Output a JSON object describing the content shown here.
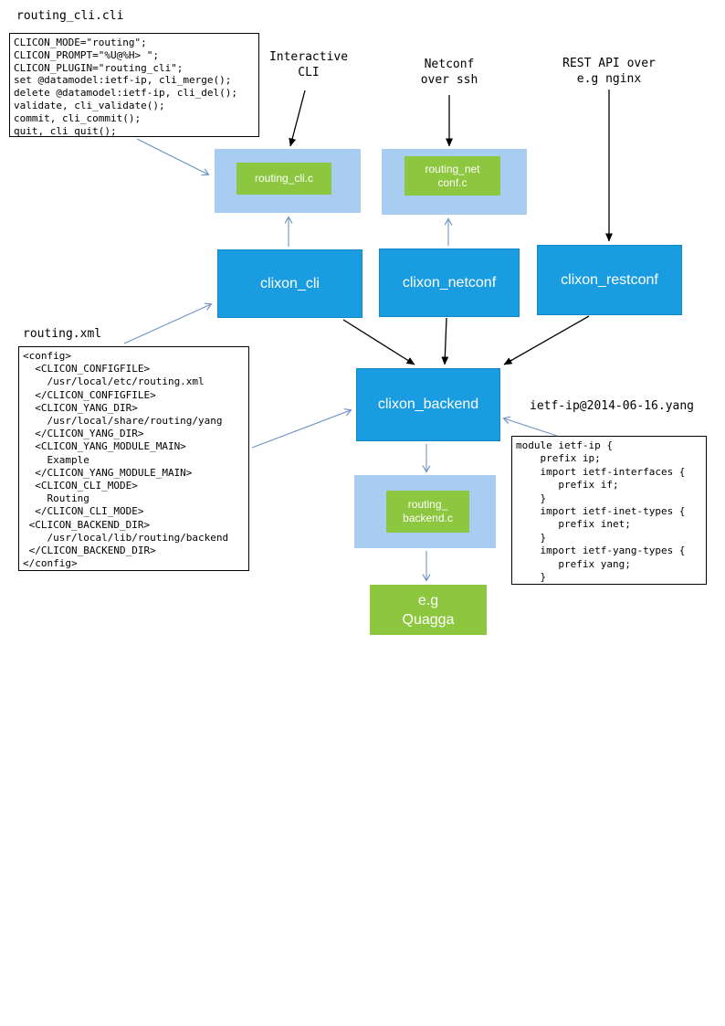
{
  "colors": {
    "node_blue": "#1a9de0",
    "panel_light_blue": "#a8cdf0",
    "accent_green": "#8dc63f",
    "arrow_blue": "#6e93c5",
    "arrow_black": "#000000"
  },
  "files": {
    "cli": {
      "title": "routing_cli.cli",
      "code": "CLICON_MODE=\"routing\";\nCLICON_PROMPT=\"%U@%H> \";\nCLICON_PLUGIN=\"routing_cli\";\nset @datamodel:ietf-ip, cli_merge();\ndelete @datamodel:ietf-ip, cli_del();\nvalidate, cli_validate();\ncommit, cli_commit();\nquit, cli_quit();"
    },
    "xml": {
      "title": "routing.xml",
      "code": "<config>\n  <CLICON_CONFIGFILE>\n    /usr/local/etc/routing.xml\n  </CLICON_CONFIGFILE>\n  <CLICON_YANG_DIR>\n    /usr/local/share/routing/yang\n  </CLICON_YANG_DIR>\n  <CLICON_YANG_MODULE_MAIN>\n    Example\n  </CLICON_YANG_MODULE_MAIN>\n  <CLICON_CLI_MODE>\n    Routing\n  </CLICON_CLI_MODE>\n <CLICON_BACKEND_DIR>\n    /usr/local/lib/routing/backend\n </CLICON_BACKEND_DIR>\n</config>"
    },
    "yang": {
      "title": "ietf-ip@2014-06-16.yang",
      "code": "module ietf-ip {\n    prefix ip;\n    import ietf-interfaces {\n       prefix if;\n    }\n    import ietf-inet-types {\n       prefix inet;\n    }\n    import ietf-yang-types {\n       prefix yang;\n    }"
    }
  },
  "annotations": {
    "interactive_cli": "Interactive\nCLI",
    "netconf_ssh": "Netconf\nover ssh",
    "rest_api": "REST API over\ne.g nginx"
  },
  "nodes": {
    "routing_cli_c": "routing_cli.c",
    "routing_netconf_c": "routing_net\nconf.c",
    "clixon_cli": "clixon_cli",
    "clixon_netconf": "clixon_netconf",
    "clixon_restconf": "clixon_restconf",
    "clixon_backend": "clixon_backend",
    "routing_backend_c": "routing_\nbackend.c",
    "quagga": "e.g\nQuagga"
  }
}
